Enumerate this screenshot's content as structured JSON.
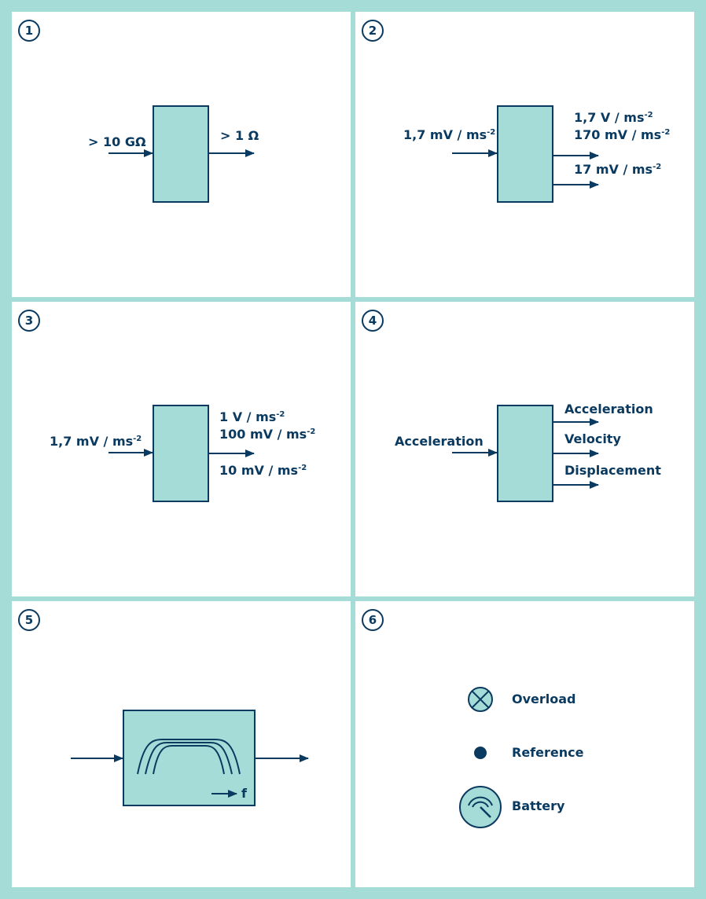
{
  "colors": {
    "frame": "#a6dcd7",
    "panel": "#ffffff",
    "ink": "#0b3a60",
    "block_fill": "#a6dcd7"
  },
  "panels": [
    {
      "number": "1",
      "input_label": "> 10 GΩ",
      "output_label": "> 1 Ω"
    },
    {
      "number": "2",
      "input": {
        "text": "1,7 mV / ms",
        "sup": "-2"
      },
      "outputs": [
        {
          "text": "1,7 V / ms",
          "sup": "-2"
        },
        {
          "text": "170 mV / ms",
          "sup": "-2"
        },
        {
          "text": "17 mV / ms",
          "sup": "-2"
        }
      ]
    },
    {
      "number": "3",
      "input": {
        "text": "1,7 mV / ms",
        "sup": "-2"
      },
      "outputs": [
        {
          "text": "1 V / ms",
          "sup": "-2"
        },
        {
          "text": "100 mV / ms",
          "sup": "-2"
        },
        {
          "text": "10 mV / ms",
          "sup": "-2"
        }
      ]
    },
    {
      "number": "4",
      "input_label": "Acceleration",
      "outputs": [
        "Acceleration",
        "Velocity",
        "Displacement"
      ]
    },
    {
      "number": "5",
      "axis_label": "f"
    },
    {
      "number": "6",
      "legend": [
        {
          "icon": "overload-icon",
          "label": "Overload"
        },
        {
          "icon": "reference-icon",
          "label": "Reference"
        },
        {
          "icon": "battery-icon",
          "label": "Battery"
        }
      ]
    }
  ]
}
